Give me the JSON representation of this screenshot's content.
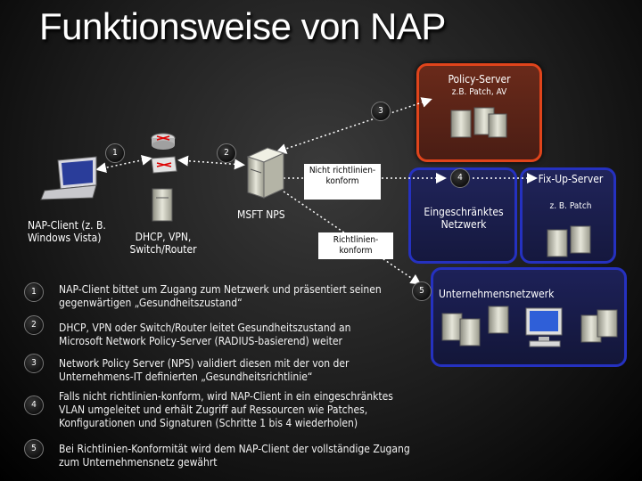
{
  "slide": {
    "title": "Funktionsweise von NAP",
    "policy_server": {
      "title": "Policy-Server",
      "subtitle": "z.B. Patch, AV"
    },
    "fixup_server": {
      "title": "Fix-Up-Server",
      "subtitle": "z. B. Patch"
    },
    "restricted_network": "Eingeschränktes Netzwerk",
    "corporate_network": "Unternehmensnetzwerk",
    "nap_client": "NAP-Client (z. B. Windows Vista)",
    "access_device": "DHCP, VPN, Switch/Router",
    "msft_nps": "MSFT NPS",
    "not_compliant": "Nicht richtlinien-konform",
    "compliant": "Richtlinien-konform",
    "markers": [
      "1",
      "2",
      "3",
      "4",
      "5"
    ],
    "steps": [
      {
        "num": "1",
        "text": "NAP-Client bittet um Zugang zum Netzwerk und präsentiert seinen gegenwärtigen „Gesundheitszustand“"
      },
      {
        "num": "2",
        "text": "DHCP, VPN oder Switch/Router leitet Gesundheitszustand an Microsoft Network Policy-Server (RADIUS-basierend) weiter"
      },
      {
        "num": "3",
        "text": "Network Policy Server (NPS) validiert diesen mit der von der Unternehmens-IT definierten „Gesundheitsrichtlinie“"
      },
      {
        "num": "4",
        "text": "Falls nicht richtlinien-konform, wird NAP-Client in ein eingeschränktes VLAN umgeleitet und erhält Zugriff auf Ressourcen wie Patches, Konfigurationen und Signaturen (Schritte 1 bis 4 wiederholen)"
      },
      {
        "num": "5",
        "text": "Bei Richtlinien-Konformität wird dem NAP-Client der vollständige Zugang zum Unternehmensnetz gewährt"
      }
    ],
    "colors": {
      "policy_border": "#e0441b",
      "network_border": "#2531c0"
    }
  }
}
